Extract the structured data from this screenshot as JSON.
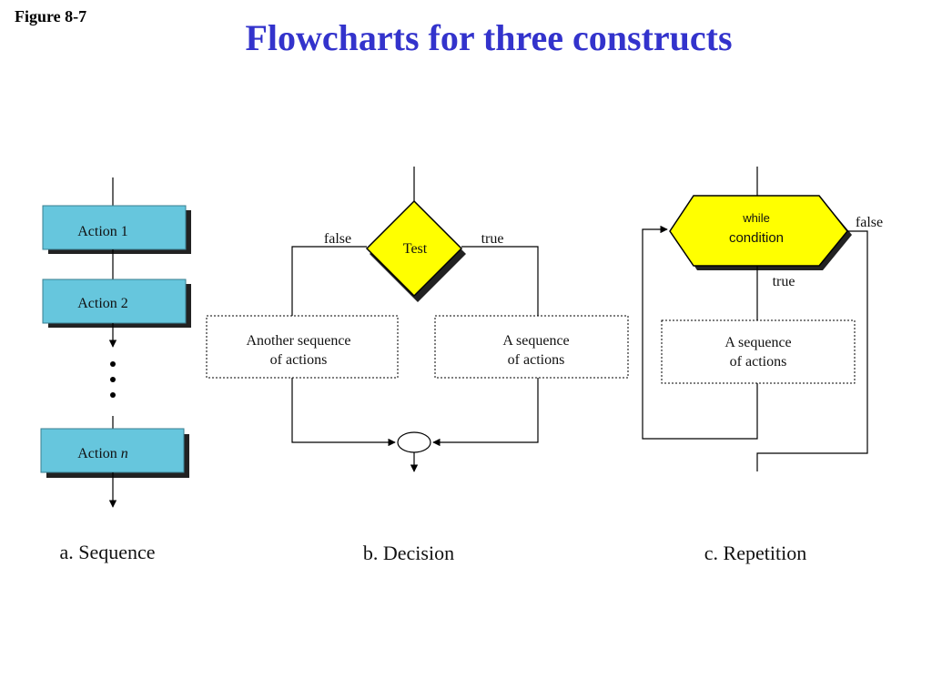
{
  "figure_label": "Figure 8-7",
  "title": "Flowcharts for three constructs",
  "colors": {
    "title": "#3333cc",
    "action_box": "#66c6dd",
    "decision": "#ffff00",
    "shadow": "#222222"
  },
  "sequence": {
    "caption": "a. Sequence",
    "actions": [
      {
        "prefix": "Action ",
        "suffix": "1"
      },
      {
        "prefix": "Action ",
        "suffix": "2"
      },
      {
        "prefix": "Action ",
        "suffix": "n"
      }
    ]
  },
  "decision": {
    "caption": "b. Decision",
    "test_label": "Test",
    "false_label": "false",
    "true_label": "true",
    "false_branch": [
      "Another sequence",
      "of actions"
    ],
    "true_branch": [
      "A sequence",
      "of actions"
    ]
  },
  "repetition": {
    "caption": "c. Repetition",
    "while_label": "while",
    "condition_label": "condition",
    "false_label": "false",
    "true_label": "true",
    "body": [
      "A sequence",
      "of actions"
    ]
  }
}
